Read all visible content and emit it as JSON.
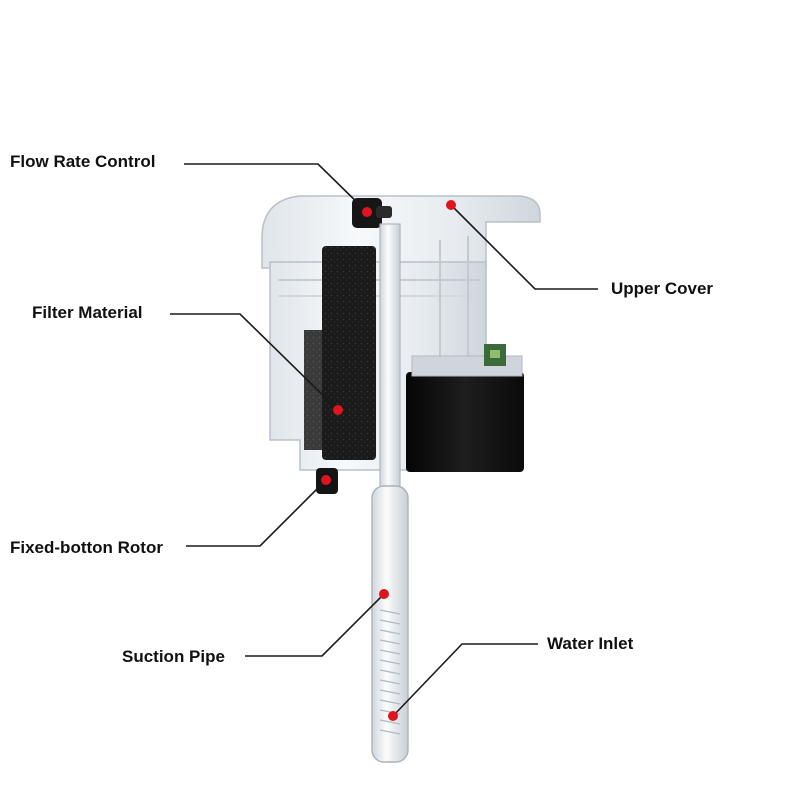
{
  "labels": {
    "flow_rate_control": "Flow Rate Control",
    "filter_material": "Filter Material",
    "fixed_bottom_rotor": "Fixed-botton Rotor",
    "suction_pipe": "Suction Pipe",
    "upper_cover": "Upper Cover",
    "water_inlet": "Water Inlet"
  },
  "colors": {
    "marker": "#e0141e",
    "leader_line": "#1a1a1a",
    "pump_body": "#111111",
    "filter_sponge": "#1c1c1c",
    "clear_housing": "#eef2f6",
    "background": "#ffffff"
  }
}
